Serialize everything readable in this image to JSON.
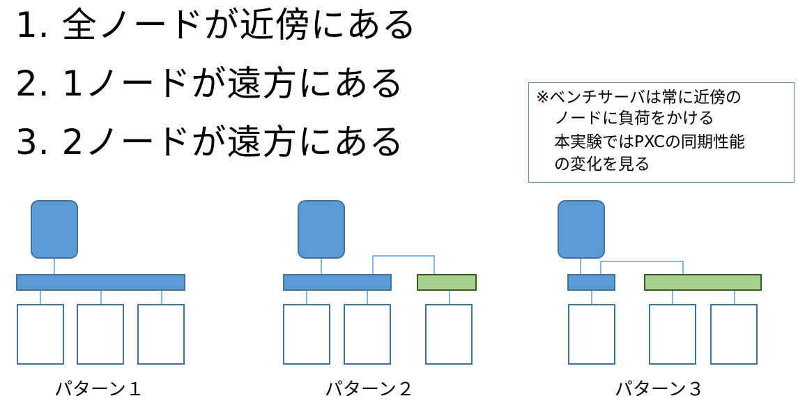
{
  "heading_items": [
    "1. 全ノードが近傍にある",
    "2. 1ノードが遠方にある",
    "3. 2ノードが遠方にある"
  ],
  "note": {
    "lines": [
      "※ベンチサーバは常に近傍の",
      "ノードに負荷をかける",
      "本実験ではPXCの同期性能",
      "の変化を見る"
    ]
  },
  "patterns": [
    {
      "caption": "パターン１"
    },
    {
      "caption": "パターン２"
    },
    {
      "caption": "パターン３"
    }
  ],
  "colors": {
    "server_fill": "#5b9bd5",
    "server_stroke": "#41719c",
    "near_switch_fill": "#5b9bd5",
    "far_switch_fill": "#a9d18e",
    "far_switch_stroke": "#3c5a1e",
    "node_stroke": "#41719c",
    "connector": "#5b9bd5"
  }
}
